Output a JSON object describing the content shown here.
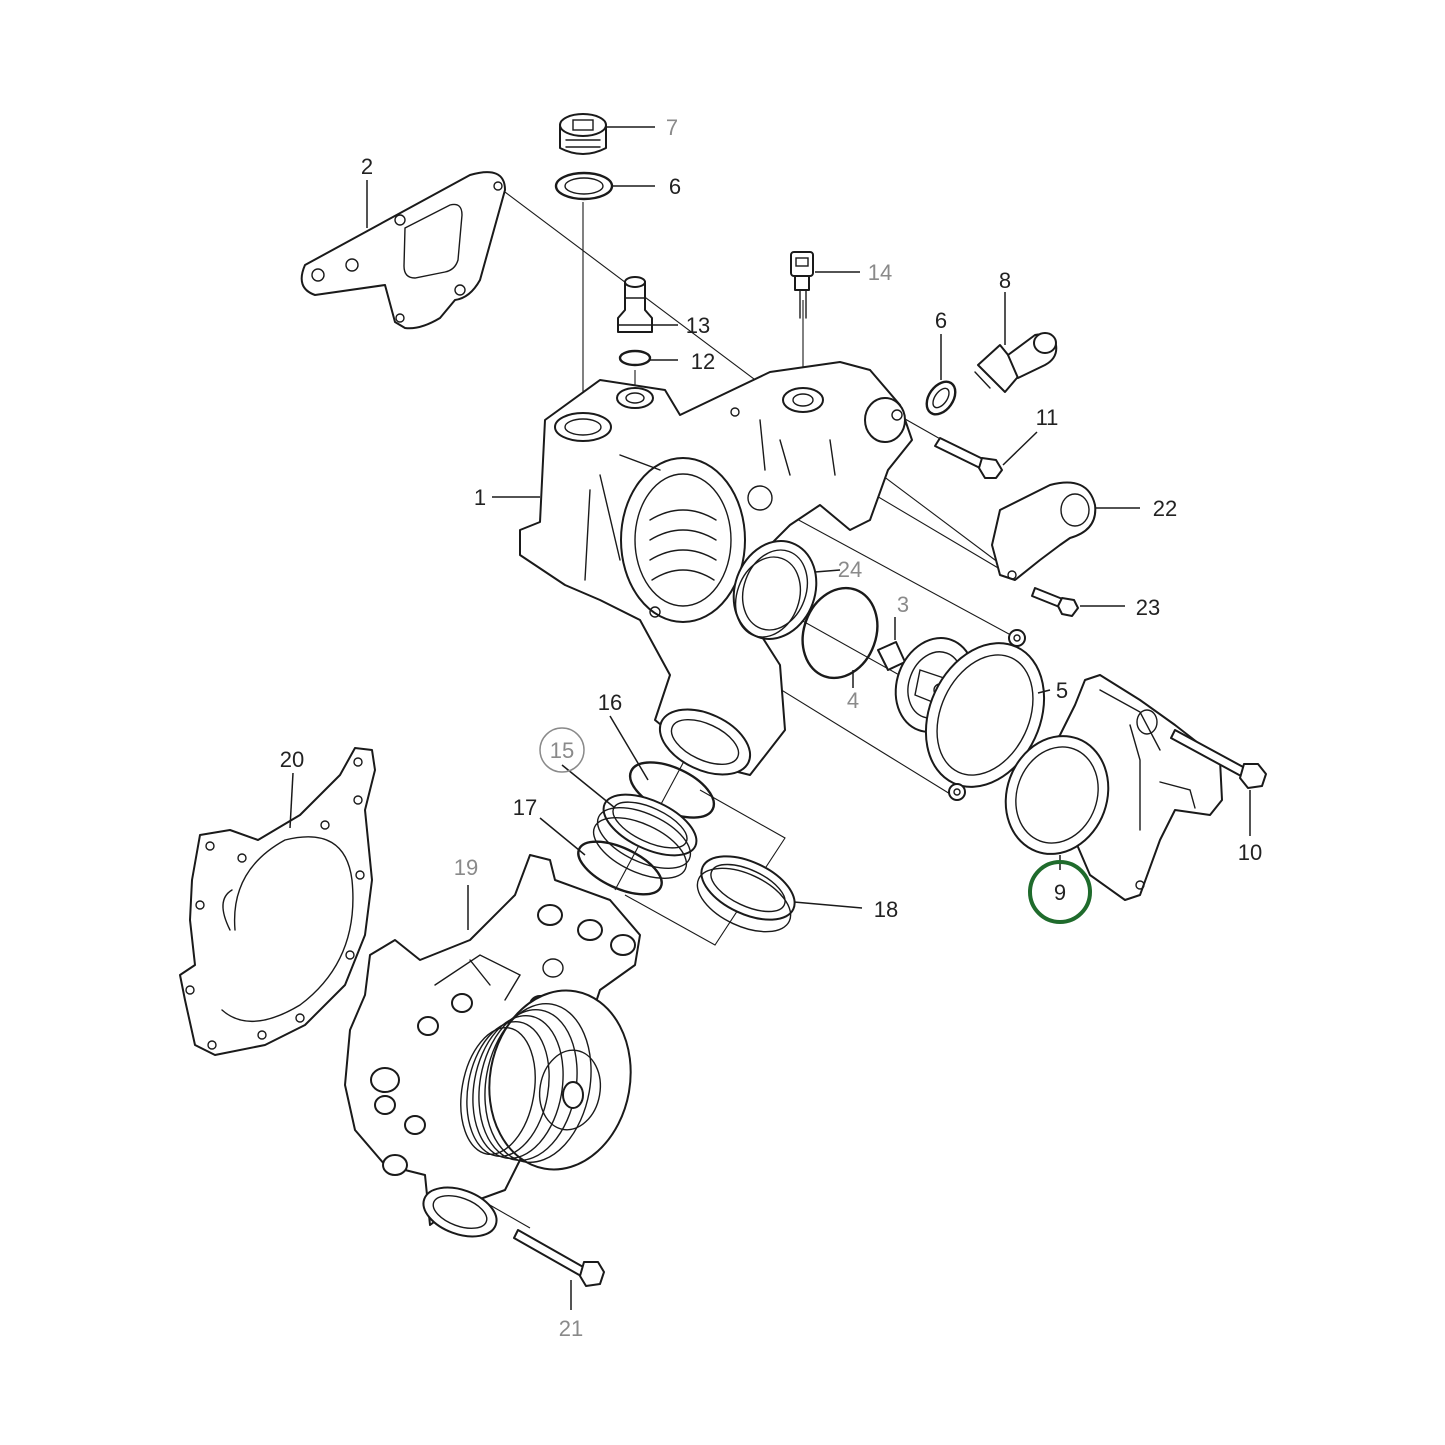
{
  "highlight_color": "#1f6b2c",
  "labels": {
    "p1": "1",
    "p2": "2",
    "p3": "3",
    "p4": "4",
    "p5": "5",
    "p6a": "6",
    "p6b": "6",
    "p7": "7",
    "p8": "8",
    "p9": "9",
    "p10": "10",
    "p11": "11",
    "p12": "12",
    "p13": "13",
    "p14": "14",
    "p15": "15",
    "p16": "16",
    "p17": "17",
    "p18": "18",
    "p19": "19",
    "p20": "20",
    "p21": "21",
    "p22": "22",
    "p23": "23",
    "p24": "24"
  },
  "highlighted_part": "9",
  "muted_labels": [
    "3",
    "4",
    "7",
    "14",
    "15",
    "19",
    "21",
    "24"
  ]
}
